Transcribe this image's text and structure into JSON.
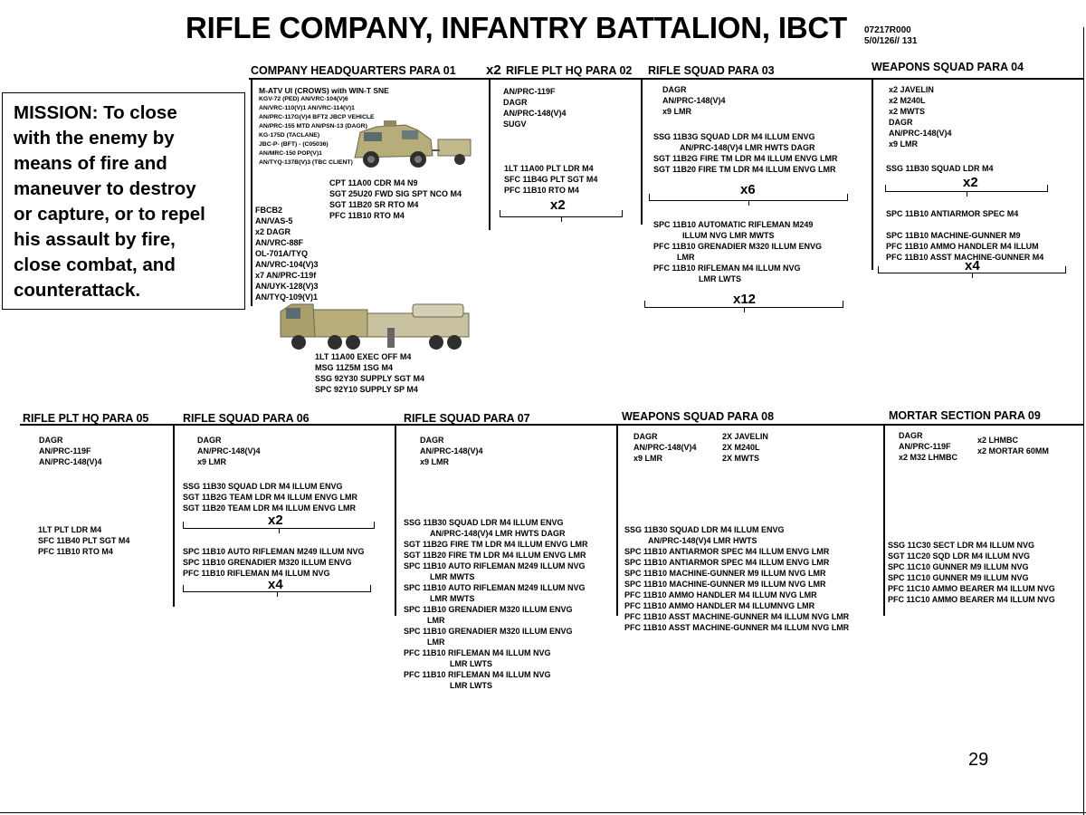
{
  "title": "RIFLE COMPANY, INFANTRY BATTALION, IBCT",
  "doc_codes": [
    "07217R000",
    "5/0/126// 131"
  ],
  "page_number": "29",
  "mission": {
    "lines": [
      "MISSION: To close",
      "with the enemy by",
      "means of fire and",
      "maneuver to destroy",
      "or capture, or to repel",
      "his assault by fire,",
      "close combat, and",
      "counterattack."
    ]
  },
  "sections": {
    "hq": {
      "title": "COMPANY HEADQUARTERS  PARA 01",
      "mrap_equipment": [
        "M-ATV  UI (CROWS) with WIN-T SNE",
        "KGV-72 (PED)           AN/VRC-104(V)6",
        "AN/VRC-110(V)1        AN/VRC-114(V)1",
        "AN/PRC-117G(V)4    BFT2 JBCP VEHICLE",
        "AN/PRC-155 MTD    AN/PSN-13 (DAGR)",
        "KG-175D (TACLANE)",
        "JBC-P- (BFT) - (C05036)",
        "AN/MRC-150 POP(V)1",
        "AN/TYQ-137B(V)3 (TBC CLIENT)"
      ],
      "personnel_1": [
        "CPT 11A00 CDR M4 N9",
        "SGT 25U20 FWD SIG SPT NCO M4",
        "SGT 11B20 SR RTO M4",
        "PFC 11B10 RTO M4"
      ],
      "equipment": [
        "FBCB2",
        "AN/VAS-5",
        "x2 DAGR",
        "AN/VRC-88F",
        "OL-701A/TYQ",
        "AN/VRC-104(V)3",
        "x7 AN/PRC-119f",
        "AN/UYK-128(V)3",
        "AN/TYQ-109(V)1"
      ],
      "personnel_2": [
        "1LT 11A00 EXEC OFF M4",
        "MSG 11Z5M 1SG M4",
        "SSG 92Y30 SUPPLY SGT M4",
        "SPC 92Y10 SUPPLY SP M4"
      ]
    },
    "plt_hq_top": {
      "prefix": "x2",
      "title": "RIFLE PLT HQ PARA 02",
      "equipment": [
        "AN/PRC-119F",
        "DAGR",
        "AN/PRC-148(V)4",
        "SUGV"
      ],
      "personnel": [
        "1LT 11A00 PLT LDR  M4",
        "SFC 11B4G PLT SGT M4",
        "PFC 11B10 RTO M4"
      ],
      "mult": "x2"
    },
    "rifle_sq_top": {
      "title": "RIFLE SQUAD  PARA 03",
      "equipment": [
        "DAGR",
        "AN/PRC-148(V)4",
        "x9 LMR"
      ],
      "team": [
        "SSG 11B3G SQUAD LDR M4 ILLUM ENVG",
        "          AN/PRC-148(V)4 LMR HWTS DAGR",
        "SGT 11B2G FIRE TM LDR M4 ILLUM ENVG LMR",
        "SGT 11B20 FIRE TM LDR M4 ILLUM ENVG LMR"
      ],
      "team_mult": "x6",
      "members": [
        "SPC 11B10 AUTOMATIC RIFLEMAN M249",
        "          ILLUM NVG LMR MWTS",
        "PFC 11B10 GRENADIER M320 ILLUM ENVG",
        "          LMR",
        "PFC 11B10 RIFLEMAN M4 ILLUM NVG",
        "                    LMR LWTS"
      ],
      "members_mult": "x12"
    },
    "wpn_sq_top": {
      "title": "WEAPONS SQUAD  PARA 04",
      "equipment": [
        "x2 JAVELIN",
        "x2 M240L",
        "x2 MWTS",
        "DAGR",
        "AN/PRC-148(V)4",
        "x9 LMR"
      ],
      "leader": [
        "SSG 11B30 SQUAD LDR M4"
      ],
      "leader_mult": "x2",
      "spec": [
        "SPC 11B10 ANTIARMOR SPEC M4"
      ],
      "gunners": [
        "SPC 11B10 MACHINE-GUNNER M9",
        "PFC 11B10 AMMO HANDLER M4 ILLUM",
        "PFC 11B10 ASST MACHINE-GUNNER M4"
      ],
      "gunners_mult": "x4"
    },
    "plt_hq_bot": {
      "title": "RIFLE PLT HQ PARA 05",
      "equipment": [
        "DAGR",
        "AN/PRC-119F",
        "AN/PRC-148(V)4"
      ],
      "personnel": [
        "1LT PLT LDR M4",
        "SFC 11B40 PLT SGT M4",
        "PFC 11B10 RTO M4"
      ]
    },
    "rifle_sq_06": {
      "title": "RIFLE SQUAD  PARA 06",
      "equipment": [
        "DAGR",
        "AN/PRC-148(V)4",
        "x9 LMR"
      ],
      "leaders": [
        "SSG 11B30 SQUAD LDR M4 ILLUM ENVG",
        "SGT 11B2G TEAM LDR M4 ILLUM ENVG LMR",
        "SGT 11B20 TEAM LDR M4 ILLUM ENVG LMR"
      ],
      "leaders_mult": "x2",
      "members": [
        "SPC 11B10 AUTO RIFLEMAN M249 ILLUM NVG",
        "SPC 11B10 GRENADIER M320 ILLUM ENVG",
        "PFC 11B10 RIFLEMAN M4 ILLUM NVG"
      ],
      "members_mult": "x4"
    },
    "rifle_sq_07": {
      "title": "RIFLE SQUAD  PARA 07",
      "equipment": [
        "DAGR",
        "AN/PRC-148(V)4",
        "x9 LMR"
      ],
      "personnel": [
        "SSG 11B30 SQUAD LDR M4 ILLUM ENVG",
        "          AN/PRC-148(V)4 LMR HWTS DAGR",
        "SGT 11B2G FIRE TM LDR M4 ILLUM ENVG LMR",
        "SGT 11B20 FIRE TM LDR M4 ILLUM ENVG LMR",
        "SPC 11B10 AUTO RIFLEMAN M249 ILLUM NVG",
        "          LMR MWTS",
        "SPC 11B10 AUTO RIFLEMAN M249 ILLUM NVG",
        "          LMR MWTS",
        "SPC 11B10 GRENADIER M320 ILLUM ENVG",
        "          LMR",
        "SPC 11B10 GRENADIER M320 ILLUM ENVG",
        "          LMR",
        "PFC 11B10 RIFLEMAN M4 ILLUM NVG",
        "                    LMR LWTS",
        "PFC 11B10 RIFLEMAN M4 ILLUM NVG",
        "                    LMR LWTS"
      ]
    },
    "wpn_sq_08": {
      "title": "WEAPONS SQUAD  PARA 08",
      "equipment_left": [
        "DAGR",
        "AN/PRC-148(V)4",
        "x9 LMR"
      ],
      "equipment_right": [
        "2X JAVELIN",
        "2X M240L",
        "2X MWTS"
      ],
      "personnel": [
        "SSG 11B30 SQUAD LDR M4 ILLUM ENVG",
        "          AN/PRC-148(V)4 LMR HWTS",
        "SPC 11B10 ANTIARMOR SPEC M4 ILLUM ENVG LMR",
        "SPC 11B10 ANTIARMOR SPEC M4 ILLUM ENVG LMR",
        "SPC 11B10 MACHINE-GUNNER M9 ILLUM NVG LMR",
        "SPC 11B10 MACHINE-GUNNER M9 ILLUM NVG LMR",
        "PFC 11B10 AMMO HANDLER M4 ILLUM NVG LMR",
        "PFC 11B10 AMMO HANDLER M4 ILLUMNVG LMR",
        "PFC 11B10 ASST MACHINE-GUNNER M4 ILLUM NVG LMR",
        "PFC 11B10 ASST MACHINE-GUNNER M4 ILLUM NVG LMR"
      ]
    },
    "mortar_09": {
      "title": "MORTAR SECTION  PARA 09",
      "equipment_left": [
        "DAGR",
        "AN/PRC-119F",
        "x2 M32 LHMBC"
      ],
      "equipment_right": [
        "x2 LHMBC",
        "x2 MORTAR 60MM"
      ],
      "personnel": [
        "SSG 11C30 SECT LDR M4 ILLUM NVG",
        "SGT 11C20 SQD LDR M4 ILLUM NVG",
        "SPC 11C10 GUNNER M9 ILLUM NVG",
        "SPC 11C10 GUNNER M9 ILLUM NVG",
        "PFC 11C10 AMMO BEARER M4 ILLUM NVG",
        "PFC 11C10 AMMO BEARER M4 ILLUM NVG"
      ]
    }
  },
  "icons": [
    "mrap-vehicle-image",
    "cargo-truck-image"
  ],
  "colors": {
    "vehicle_tan": "#b7ad7a",
    "text": "#000000"
  }
}
